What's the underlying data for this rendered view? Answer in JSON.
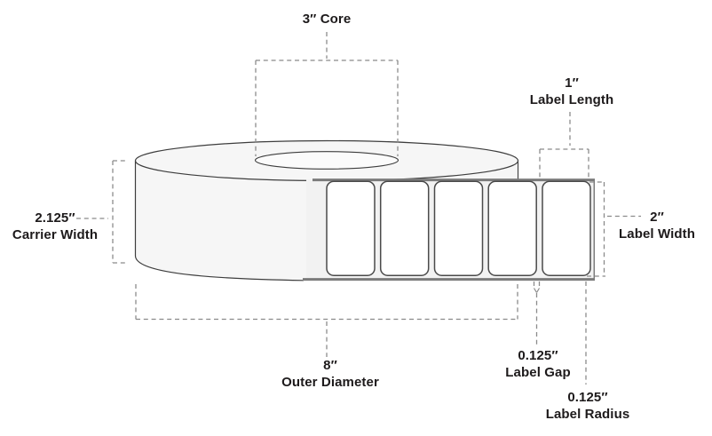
{
  "diagram": {
    "subject": "label roll with dimension callouts",
    "labels_visible_on_strip": 5,
    "colors": {
      "background": "#ffffff",
      "roll_fill": "#f6f6f6",
      "core_hole_fill": "#fbfbfb",
      "outline": "#3d3d3d",
      "strip_edge": "#7b7b7b",
      "label_border": "#4a4a4a",
      "label_fill": "#ffffff",
      "dash_line": "#8b8b8b",
      "text": "#1d1a1b"
    }
  },
  "annotations": {
    "core": {
      "value": "3″ Core"
    },
    "label_length": {
      "value": "1″",
      "label": "Label Length"
    },
    "carrier_width": {
      "value": "2.125″",
      "label": "Carrier Width"
    },
    "label_width": {
      "value": "2″",
      "label": "Label Width"
    },
    "outer_diameter": {
      "value": "8″",
      "label": "Outer Diameter"
    },
    "label_gap": {
      "value": "0.125″",
      "label": "Label Gap"
    },
    "label_radius": {
      "value": "0.125″",
      "label": "Label Radius"
    }
  }
}
